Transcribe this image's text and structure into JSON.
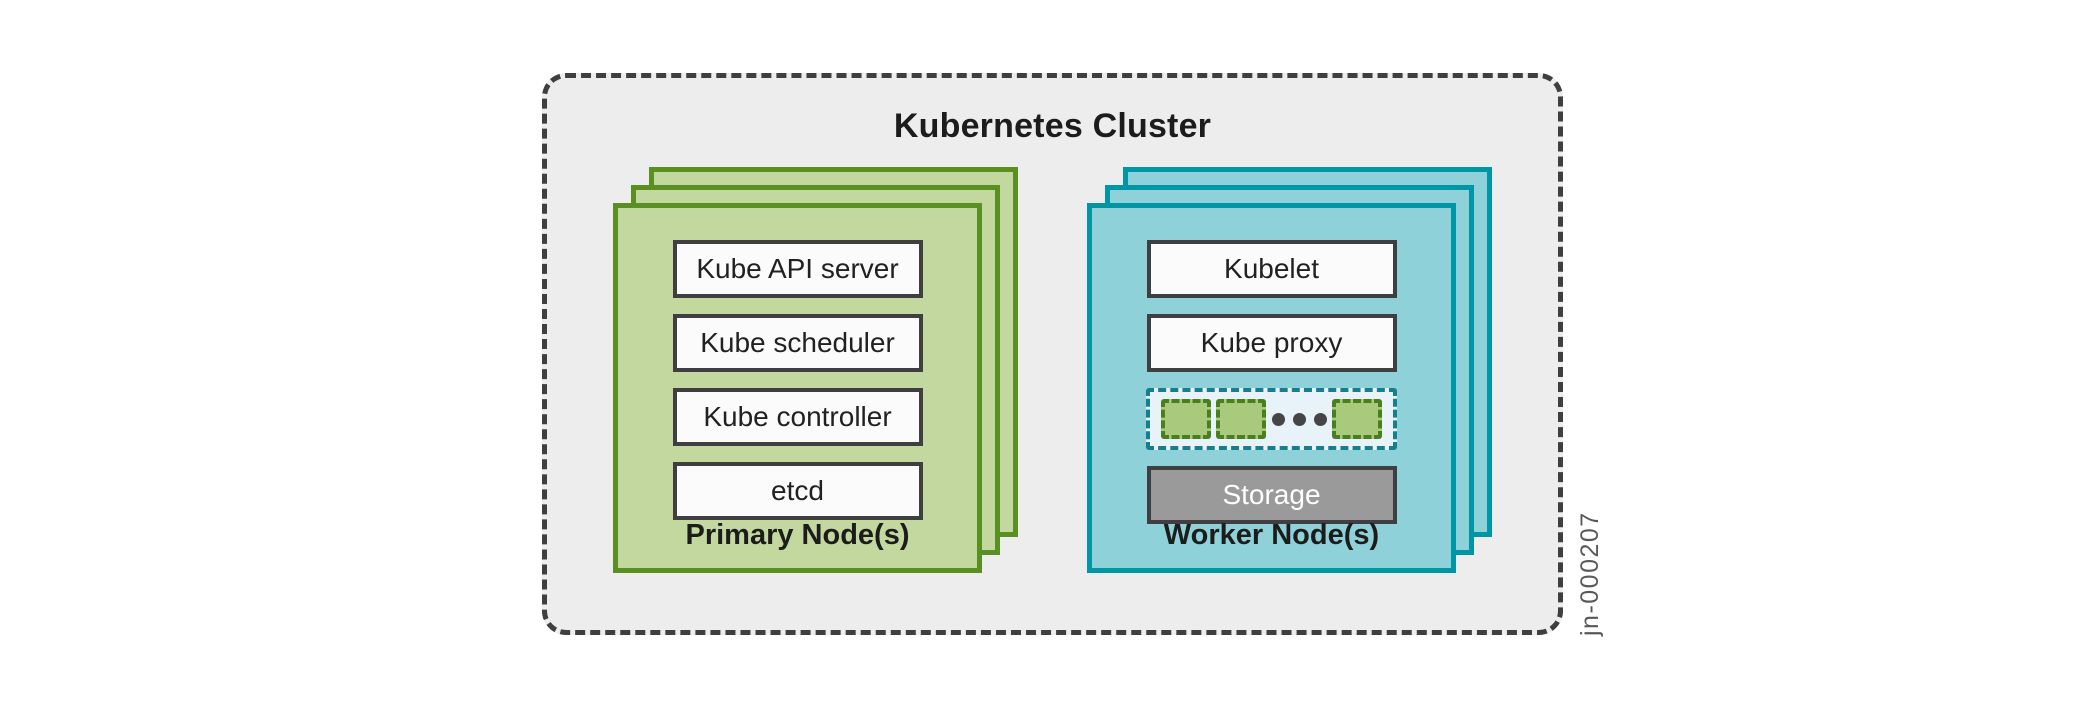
{
  "diagram": {
    "title": "Kubernetes Cluster",
    "figure_id": "jn-000207",
    "colors": {
      "cluster_background": "#EDEDEE",
      "cluster_border": "#3F3F3F",
      "primary_node_fill": "#C3D89E",
      "primary_node_border": "#5A8F22",
      "worker_node_fill": "#8ED1D9",
      "worker_node_border": "#0096A5",
      "component_box_background": "#FBFBFB",
      "component_box_border": "#3F3E40",
      "storage_fill": "#9A9A9A",
      "storage_text": "#FFFFFF",
      "pod_group_background": "#E7F3F8",
      "pod_group_border": "#157F91",
      "pod_fill": "#A9CA7C",
      "pod_border": "#4A7F20",
      "ellipsis_dot": "#454547",
      "text": "#1C1C1C",
      "figure_id_text": "#58595B"
    },
    "primary_node": {
      "label": "Primary Node(s)",
      "stack_depth": 3,
      "components": [
        "Kube API server",
        "Kube scheduler",
        "Kube controller",
        "etcd"
      ]
    },
    "worker_node": {
      "label": "Worker Node(s)",
      "stack_depth": 3,
      "components": [
        "Kubelet",
        "Kube proxy"
      ],
      "storage_label": "Storage",
      "pods": {
        "visible_count": 3,
        "ellipsis_dots": 3
      }
    }
  }
}
